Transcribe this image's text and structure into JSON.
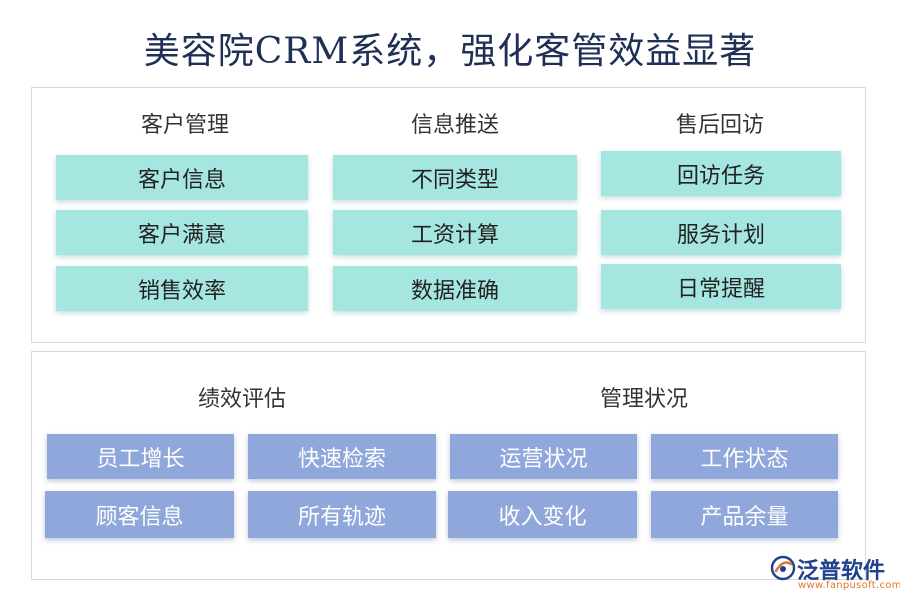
{
  "title": "美容院CRM系统，强化客管效益显著",
  "top": {
    "columns": [
      {
        "heading": "客户管理",
        "items": [
          "客户信息",
          "客户满意",
          "销售效率"
        ]
      },
      {
        "heading": "信息推送",
        "items": [
          "不同类型",
          "工资计算",
          "数据准确"
        ]
      },
      {
        "heading": "售后回访",
        "items": [
          "回访任务",
          "服务计划",
          "日常提醒"
        ]
      }
    ],
    "color": "#a6e6e1"
  },
  "bottom": {
    "groups": [
      {
        "heading": "绩效评估",
        "items": [
          "员工增长",
          "快速检索",
          "顾客信息",
          "所有轨迹"
        ]
      },
      {
        "heading": "管理状况",
        "items": [
          "运营状况",
          "工作状态",
          "收入变化",
          "产品余量"
        ]
      }
    ],
    "color": "#8fa7da"
  },
  "logo": {
    "brand": "泛普软件",
    "url": "www.fanpusoft.com"
  }
}
